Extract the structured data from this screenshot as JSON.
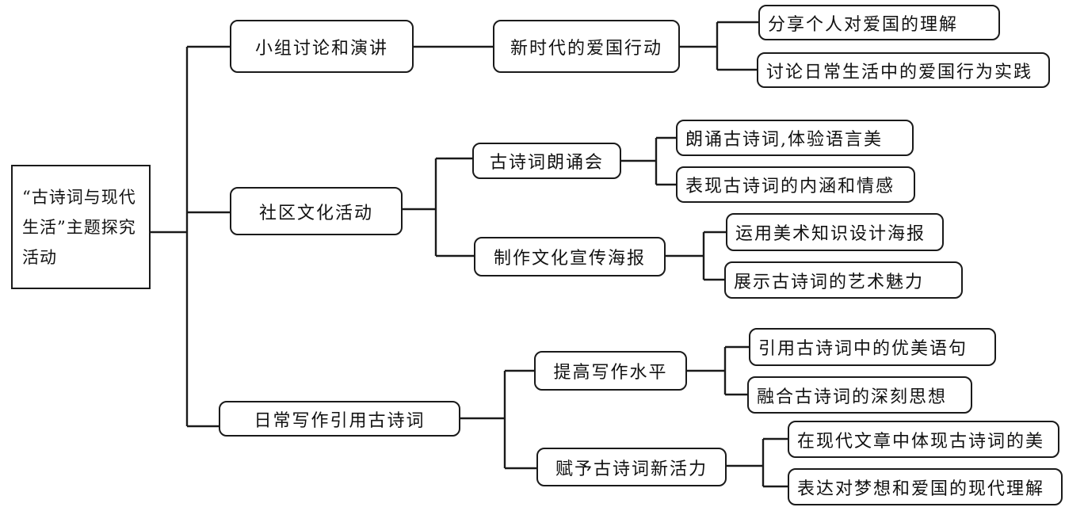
{
  "root": {
    "label": "“古诗词与现代生活”主题探究活动"
  },
  "branches": [
    {
      "label": "小组讨论和演讲",
      "children": [
        {
          "label": "新时代的爱国行动",
          "children": [
            "分享个人对爱国的理解",
            "讨论日常生活中的爱国行为实践"
          ]
        }
      ]
    },
    {
      "label": "社区文化活动",
      "children": [
        {
          "label": "古诗词朗诵会",
          "children": [
            "朗诵古诗词,体验语言美",
            "表现古诗词的内涵和情感"
          ]
        },
        {
          "label": "制作文化宣传海报",
          "children": [
            "运用美术知识设计海报",
            "展示古诗词的艺术魅力"
          ]
        }
      ]
    },
    {
      "label": "日常写作引用古诗词",
      "children": [
        {
          "label": "提高写作水平",
          "children": [
            "引用古诗词中的优美语句",
            "融合古诗词的深刻思想"
          ]
        },
        {
          "label": "赋予古诗词新活力",
          "children": [
            "在现代文章中体现古诗词的美",
            "表达对梦想和爱国的现代理解"
          ]
        }
      ]
    }
  ]
}
